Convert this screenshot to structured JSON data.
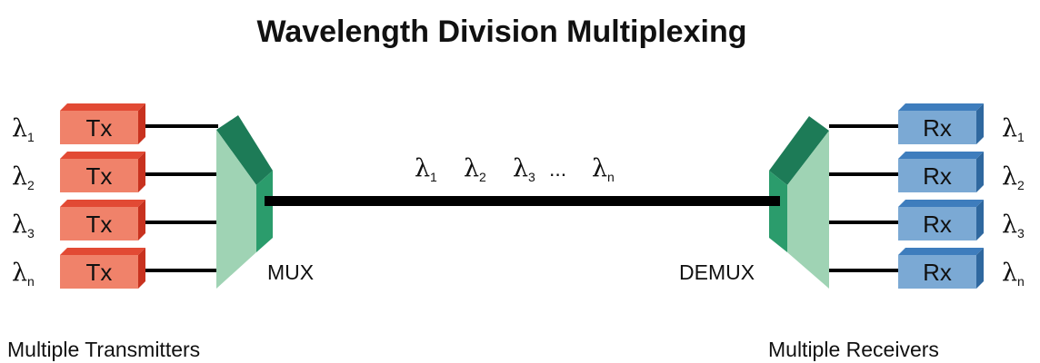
{
  "title": "Wavelength Division Multiplexing",
  "lambda_symbol": "λ",
  "transmitter_label": "Tx",
  "receiver_label": "Rx",
  "channel_subscripts": [
    "1",
    "2",
    "3",
    "n"
  ],
  "fiber": {
    "symbols": [
      "λ",
      "λ",
      "λ",
      "λ"
    ],
    "subscripts": [
      "1",
      "2",
      "3",
      "n"
    ],
    "ellipsis": "..."
  },
  "mux_label": "MUX",
  "demux_label": "DEMUX",
  "transmitters_caption": "Multiple Transmitters",
  "receivers_caption": "Multiple Receivers",
  "colors": {
    "tx_face": "#f0826a",
    "tx_top": "#e24a34",
    "tx_side": "#c8321f",
    "rx_face": "#7ba9d4",
    "rx_top": "#3e7dbd",
    "rx_side": "#2f689f",
    "prism_front": "#9fd3b4",
    "prism_top": "#1d7b57",
    "prism_side": "#2b9c6c",
    "line": "#000000"
  }
}
